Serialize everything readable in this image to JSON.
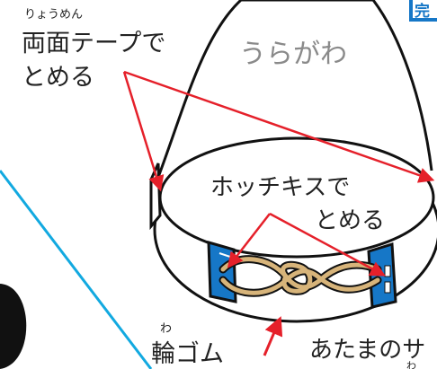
{
  "labels": {
    "tape_ruby": "りょうめん",
    "tape_line1": "両面テープで",
    "tape_line2": "とめる",
    "back_side": "うらがわ",
    "stapler_line1": "ホッチキスで",
    "stapler_line2": "とめる",
    "rubber_ruby": "わ",
    "rubber_band": "輪ゴム",
    "head_size": "あたまのサ",
    "head_ruby": "わ",
    "corner_tag": "完"
  },
  "colors": {
    "arrow": "#e5202a",
    "cyan_line": "#12a9e0",
    "blue_tab": "#1677c7",
    "rubber": "#d7b47a",
    "outline": "#111111",
    "text_gray": "#8a8a8a"
  }
}
